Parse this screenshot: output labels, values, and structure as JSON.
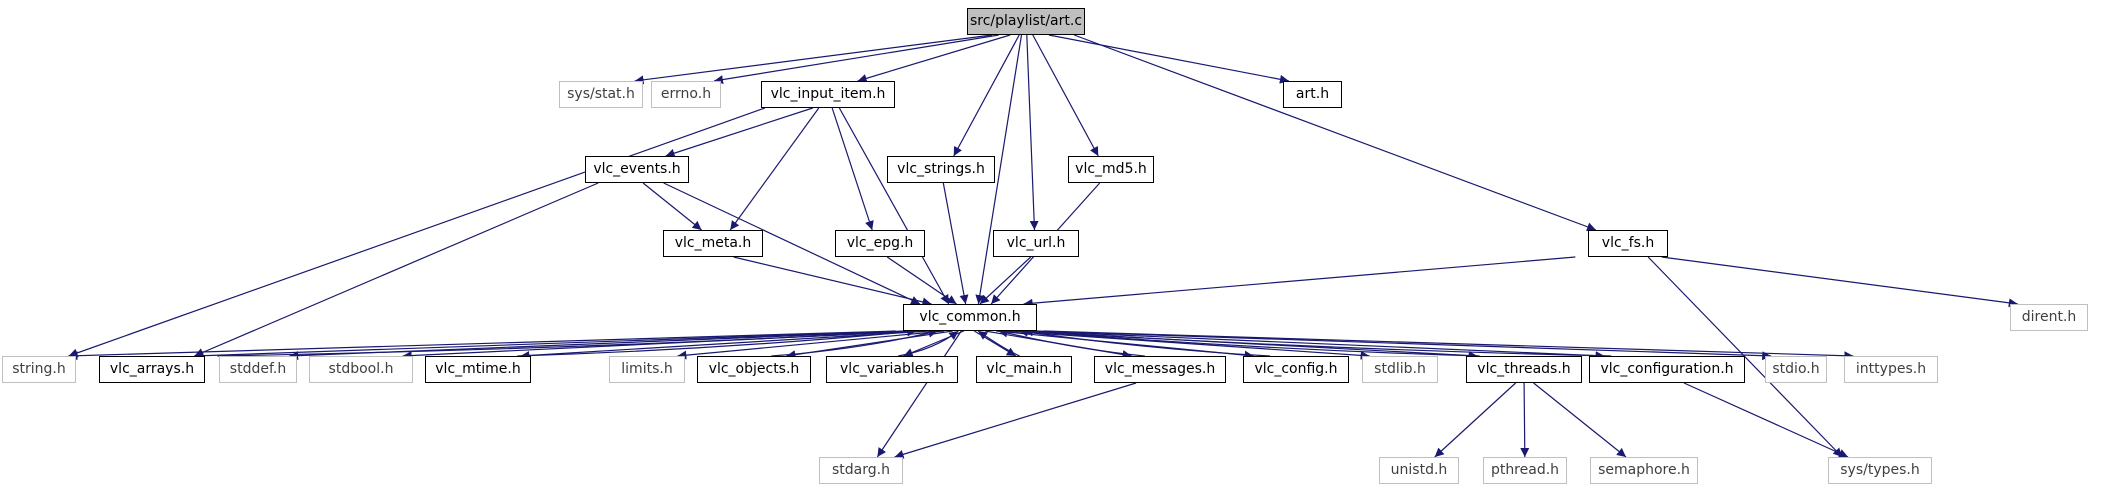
{
  "title": "src/playlist/art.c",
  "colors": {
    "edge": "#191970",
    "documented_border": "#000000",
    "external_border": "#bfbfbf",
    "root_fill": "#bfbfbf"
  },
  "nodes": [
    {
      "id": "art_c",
      "label": "src/playlist/art.c",
      "kind": "root"
    },
    {
      "id": "sys_stat",
      "label": "sys/stat.h",
      "kind": "external"
    },
    {
      "id": "errno",
      "label": "errno.h",
      "kind": "external"
    },
    {
      "id": "vlc_input_item",
      "label": "vlc_input_item.h",
      "kind": "documented"
    },
    {
      "id": "art_h",
      "label": "art.h",
      "kind": "documented"
    },
    {
      "id": "vlc_events",
      "label": "vlc_events.h",
      "kind": "documented"
    },
    {
      "id": "vlc_strings",
      "label": "vlc_strings.h",
      "kind": "documented"
    },
    {
      "id": "vlc_md5",
      "label": "vlc_md5.h",
      "kind": "documented"
    },
    {
      "id": "vlc_meta",
      "label": "vlc_meta.h",
      "kind": "documented"
    },
    {
      "id": "vlc_epg",
      "label": "vlc_epg.h",
      "kind": "documented"
    },
    {
      "id": "vlc_url",
      "label": "vlc_url.h",
      "kind": "documented"
    },
    {
      "id": "vlc_fs",
      "label": "vlc_fs.h",
      "kind": "documented"
    },
    {
      "id": "dirent",
      "label": "dirent.h",
      "kind": "external"
    },
    {
      "id": "vlc_common",
      "label": "vlc_common.h",
      "kind": "documented"
    },
    {
      "id": "string_h",
      "label": "string.h",
      "kind": "external"
    },
    {
      "id": "vlc_arrays",
      "label": "vlc_arrays.h",
      "kind": "documented"
    },
    {
      "id": "stddef",
      "label": "stddef.h",
      "kind": "external"
    },
    {
      "id": "stdbool",
      "label": "stdbool.h",
      "kind": "external"
    },
    {
      "id": "vlc_mtime",
      "label": "vlc_mtime.h",
      "kind": "documented"
    },
    {
      "id": "limits",
      "label": "limits.h",
      "kind": "external"
    },
    {
      "id": "vlc_objects",
      "label": "vlc_objects.h",
      "kind": "documented"
    },
    {
      "id": "vlc_variables",
      "label": "vlc_variables.h",
      "kind": "documented"
    },
    {
      "id": "vlc_main",
      "label": "vlc_main.h",
      "kind": "documented"
    },
    {
      "id": "vlc_messages",
      "label": "vlc_messages.h",
      "kind": "documented"
    },
    {
      "id": "vlc_config",
      "label": "vlc_config.h",
      "kind": "documented"
    },
    {
      "id": "stdlib",
      "label": "stdlib.h",
      "kind": "external"
    },
    {
      "id": "vlc_threads",
      "label": "vlc_threads.h",
      "kind": "documented"
    },
    {
      "id": "vlc_configuration",
      "label": "vlc_configuration.h",
      "kind": "documented"
    },
    {
      "id": "stdio",
      "label": "stdio.h",
      "kind": "external"
    },
    {
      "id": "inttypes",
      "label": "inttypes.h",
      "kind": "external"
    },
    {
      "id": "stdarg",
      "label": "stdarg.h",
      "kind": "external"
    },
    {
      "id": "unistd",
      "label": "unistd.h",
      "kind": "external"
    },
    {
      "id": "pthread",
      "label": "pthread.h",
      "kind": "external"
    },
    {
      "id": "semaphore",
      "label": "semaphore.h",
      "kind": "external"
    },
    {
      "id": "sys_types",
      "label": "sys/types.h",
      "kind": "external"
    }
  ],
  "edges": [
    [
      "art_c",
      "sys_stat"
    ],
    [
      "art_c",
      "errno"
    ],
    [
      "art_c",
      "vlc_input_item"
    ],
    [
      "art_c",
      "art_h"
    ],
    [
      "art_c",
      "vlc_strings"
    ],
    [
      "art_c",
      "vlc_md5"
    ],
    [
      "art_c",
      "vlc_url"
    ],
    [
      "art_c",
      "vlc_fs"
    ],
    [
      "art_c",
      "vlc_common"
    ],
    [
      "vlc_input_item",
      "string_h"
    ],
    [
      "vlc_input_item",
      "vlc_events"
    ],
    [
      "vlc_input_item",
      "vlc_meta"
    ],
    [
      "vlc_input_item",
      "vlc_epg"
    ],
    [
      "vlc_input_item",
      "vlc_common"
    ],
    [
      "vlc_events",
      "vlc_meta"
    ],
    [
      "vlc_events",
      "vlc_common"
    ],
    [
      "vlc_events",
      "vlc_arrays"
    ],
    [
      "vlc_meta",
      "vlc_common"
    ],
    [
      "vlc_epg",
      "vlc_common"
    ],
    [
      "vlc_strings",
      "vlc_common"
    ],
    [
      "vlc_md5",
      "vlc_common"
    ],
    [
      "vlc_url",
      "vlc_common"
    ],
    [
      "vlc_fs",
      "vlc_common"
    ],
    [
      "vlc_fs",
      "dirent"
    ],
    [
      "vlc_fs",
      "sys_types"
    ],
    [
      "vlc_common",
      "string_h"
    ],
    [
      "vlc_common",
      "vlc_arrays"
    ],
    [
      "vlc_common",
      "stddef"
    ],
    [
      "vlc_common",
      "stdbool"
    ],
    [
      "vlc_common",
      "vlc_mtime"
    ],
    [
      "vlc_common",
      "limits"
    ],
    [
      "vlc_common",
      "vlc_objects"
    ],
    [
      "vlc_common",
      "vlc_variables"
    ],
    [
      "vlc_common",
      "vlc_main"
    ],
    [
      "vlc_common",
      "vlc_messages"
    ],
    [
      "vlc_common",
      "vlc_config"
    ],
    [
      "vlc_common",
      "stdlib"
    ],
    [
      "vlc_common",
      "vlc_threads"
    ],
    [
      "vlc_common",
      "vlc_configuration"
    ],
    [
      "vlc_common",
      "stdio"
    ],
    [
      "vlc_common",
      "inttypes"
    ],
    [
      "vlc_common",
      "stdarg"
    ],
    [
      "vlc_arrays",
      "vlc_common"
    ],
    [
      "vlc_mtime",
      "vlc_common"
    ],
    [
      "vlc_objects",
      "vlc_common"
    ],
    [
      "vlc_variables",
      "vlc_common"
    ],
    [
      "vlc_main",
      "vlc_common"
    ],
    [
      "vlc_messages",
      "vlc_common"
    ],
    [
      "vlc_config",
      "vlc_common"
    ],
    [
      "vlc_threads",
      "vlc_common"
    ],
    [
      "vlc_configuration",
      "vlc_common"
    ],
    [
      "vlc_messages",
      "stdarg"
    ],
    [
      "vlc_threads",
      "unistd"
    ],
    [
      "vlc_threads",
      "pthread"
    ],
    [
      "vlc_threads",
      "semaphore"
    ],
    [
      "vlc_configuration",
      "sys_types"
    ]
  ]
}
